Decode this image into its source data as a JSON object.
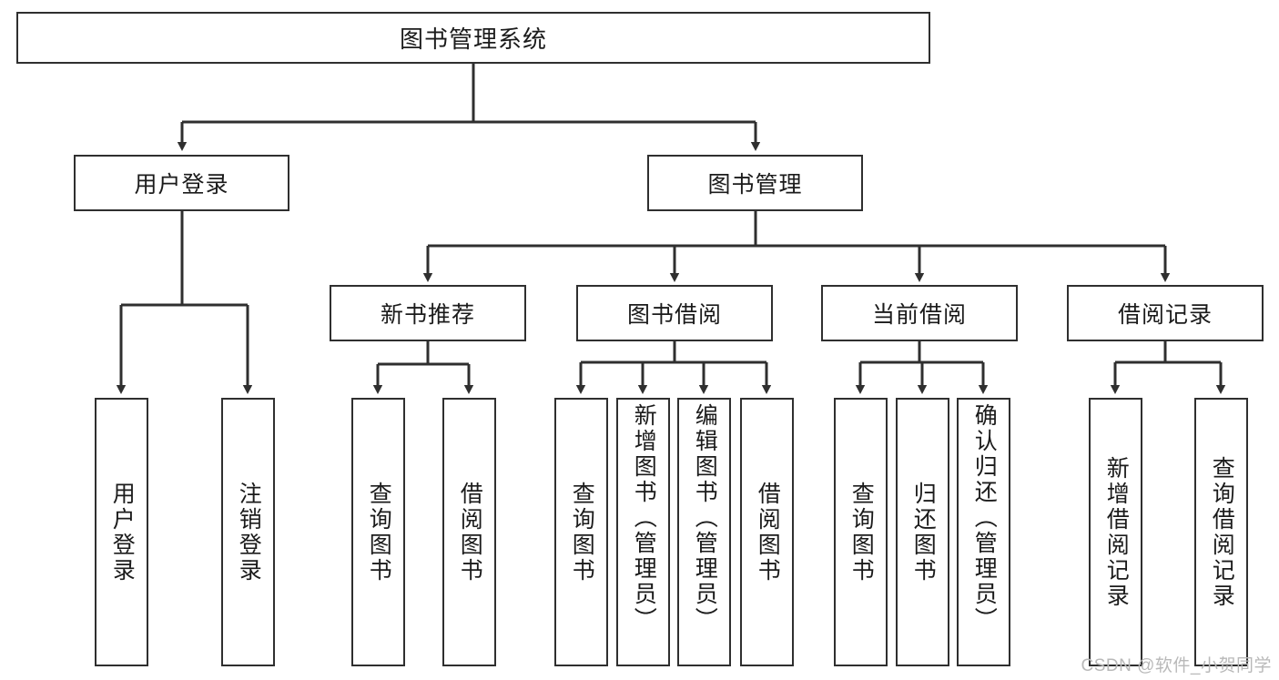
{
  "diagram": {
    "type": "tree",
    "title": "图书管理系统",
    "root": {
      "label": "图书管理系统"
    },
    "level2": [
      {
        "label": "用户登录"
      },
      {
        "label": "图书管理"
      }
    ],
    "level3": [
      {
        "label": "新书推荐"
      },
      {
        "label": "图书借阅"
      },
      {
        "label": "当前借阅"
      },
      {
        "label": "借阅记录"
      }
    ],
    "leaves": {
      "user_login": [
        {
          "label": "用户登录"
        },
        {
          "label": "注销登录"
        }
      ],
      "new_book_recommend": [
        {
          "label": "查询图书"
        },
        {
          "label": "借阅图书"
        }
      ],
      "book_borrow": [
        {
          "label": "查询图书"
        },
        {
          "label": "新增图书（管理员）"
        },
        {
          "label": "编辑图书（管理员）"
        },
        {
          "label": "借阅图书"
        }
      ],
      "current_borrow": [
        {
          "label": "查询图书"
        },
        {
          "label": "归还图书"
        },
        {
          "label": "确认归还（管理员）"
        }
      ],
      "borrow_record": [
        {
          "label": "新增借阅记录"
        },
        {
          "label": "查询借阅记录"
        }
      ]
    }
  },
  "watermark": {
    "text": "CSDN @软件_小贺同学"
  },
  "colors": {
    "stroke": "#2f2f2f",
    "fill": "#ffffff",
    "text": "#1b1b1b",
    "watermark": "#b9b9b9"
  }
}
